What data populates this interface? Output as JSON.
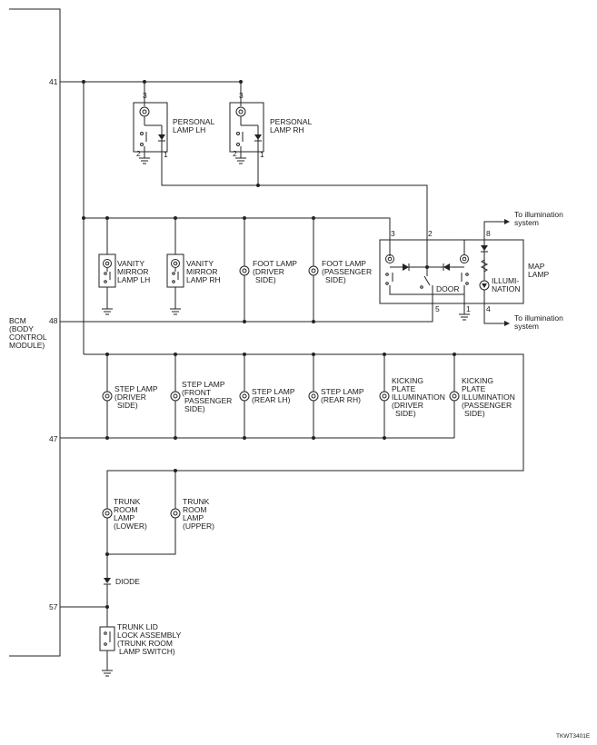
{
  "bcm": {
    "lines": [
      "BCM",
      "(BODY",
      "CONTROL",
      "MODULE)"
    ],
    "pins": {
      "p41": "41",
      "p48": "48",
      "p47": "47",
      "p57": "57"
    }
  },
  "personal_lh": {
    "lines": [
      "PERSONAL",
      "LAMP LH"
    ],
    "pin_top": "3",
    "pin_gnd": "2",
    "pin_out": "1"
  },
  "personal_rh": {
    "lines": [
      "PERSONAL",
      "LAMP RH"
    ],
    "pin_top": "3",
    "pin_gnd": "2",
    "pin_out": "1"
  },
  "vanity_lh": {
    "lines": [
      "VANITY",
      "MIRROR",
      "LAMP LH"
    ]
  },
  "vanity_rh": {
    "lines": [
      "VANITY",
      "MIRROR",
      "LAMP RH"
    ]
  },
  "foot_driver": {
    "lines": [
      "FOOT LAMP",
      "(DRIVER",
      "SIDE)"
    ]
  },
  "foot_passenger": {
    "lines": [
      "FOOT LAMP",
      "(PASSENGER",
      "SIDE)"
    ]
  },
  "map_lamp": {
    "lines": [
      "MAP",
      "LAMP"
    ],
    "illumination_lines": [
      "ILLUMI-",
      "NATION"
    ],
    "door_label": "DOOR",
    "pins": {
      "p3": "3",
      "p2": "2",
      "p8": "8",
      "p5": "5",
      "p1": "1",
      "p4": "4"
    },
    "to_illum_top": [
      "To illumination",
      "system"
    ],
    "to_illum_bottom": [
      "To illumination",
      "system"
    ]
  },
  "step_driver": {
    "lines": [
      "STEP LAMP",
      "(DRIVER",
      "SIDE)"
    ]
  },
  "step_front_passenger": {
    "lines": [
      "STEP LAMP",
      "(FRONT",
      "PASSENGER",
      "SIDE)"
    ]
  },
  "step_rear_lh": {
    "lines": [
      "STEP LAMP",
      "(REAR LH)"
    ]
  },
  "step_rear_rh": {
    "lines": [
      "STEP LAMP",
      "(REAR RH)"
    ]
  },
  "kick_driver": {
    "lines": [
      "KICKING",
      "PLATE",
      "ILLUMINATION",
      "(DRIVER",
      "SIDE)"
    ]
  },
  "kick_passenger": {
    "lines": [
      "KICKING",
      "PLATE",
      "ILLUMINATION",
      "(PASSENGER",
      "SIDE)"
    ]
  },
  "trunk_lower": {
    "lines": [
      "TRUNK",
      "ROOM",
      "LAMP",
      "(LOWER)"
    ]
  },
  "trunk_upper": {
    "lines": [
      "TRUNK",
      "ROOM",
      "LAMP",
      "(UPPER)"
    ]
  },
  "diode": {
    "label": "DIODE"
  },
  "trunk_lid": {
    "lines": [
      "TRUNK LID",
      "LOCK ASSEMBLY",
      "(TRUNK ROOM",
      "LAMP SWITCH)"
    ]
  },
  "figure_code": "TKWT3401E"
}
